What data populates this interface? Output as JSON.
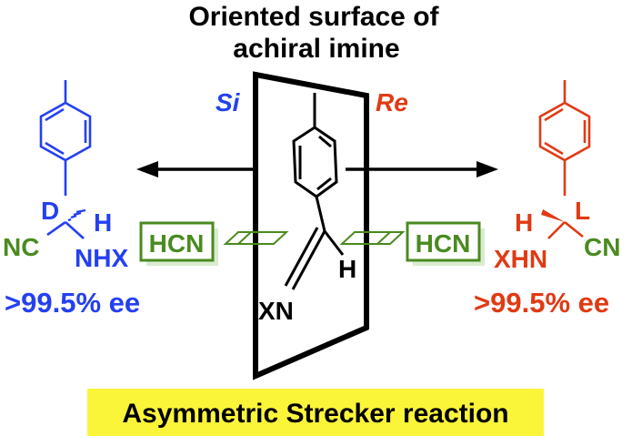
{
  "title_lines": [
    "Oriented surface of",
    "achiral imine"
  ],
  "face_labels": {
    "si": "Si",
    "re": "Re"
  },
  "left_product": {
    "config": "D",
    "h": "H",
    "nc": "NC",
    "nhx": "NHX",
    "ee": ">99.5% ee"
  },
  "right_product": {
    "config": "L",
    "h": "H",
    "cn": "CN",
    "xhn": "XHN",
    "ee": ">99.5% ee"
  },
  "reagent_left": "HCN",
  "reagent_right": "HCN",
  "imine": {
    "xn": "XN",
    "h": "H"
  },
  "banner": "Asymmetric Strecker reaction",
  "colors": {
    "left": "#2440f0",
    "right": "#e03a14",
    "reagent": "#4a8a20",
    "reagent_fill": "#d9ecd0",
    "banner": "#fbf53a",
    "ink": "#000000"
  }
}
